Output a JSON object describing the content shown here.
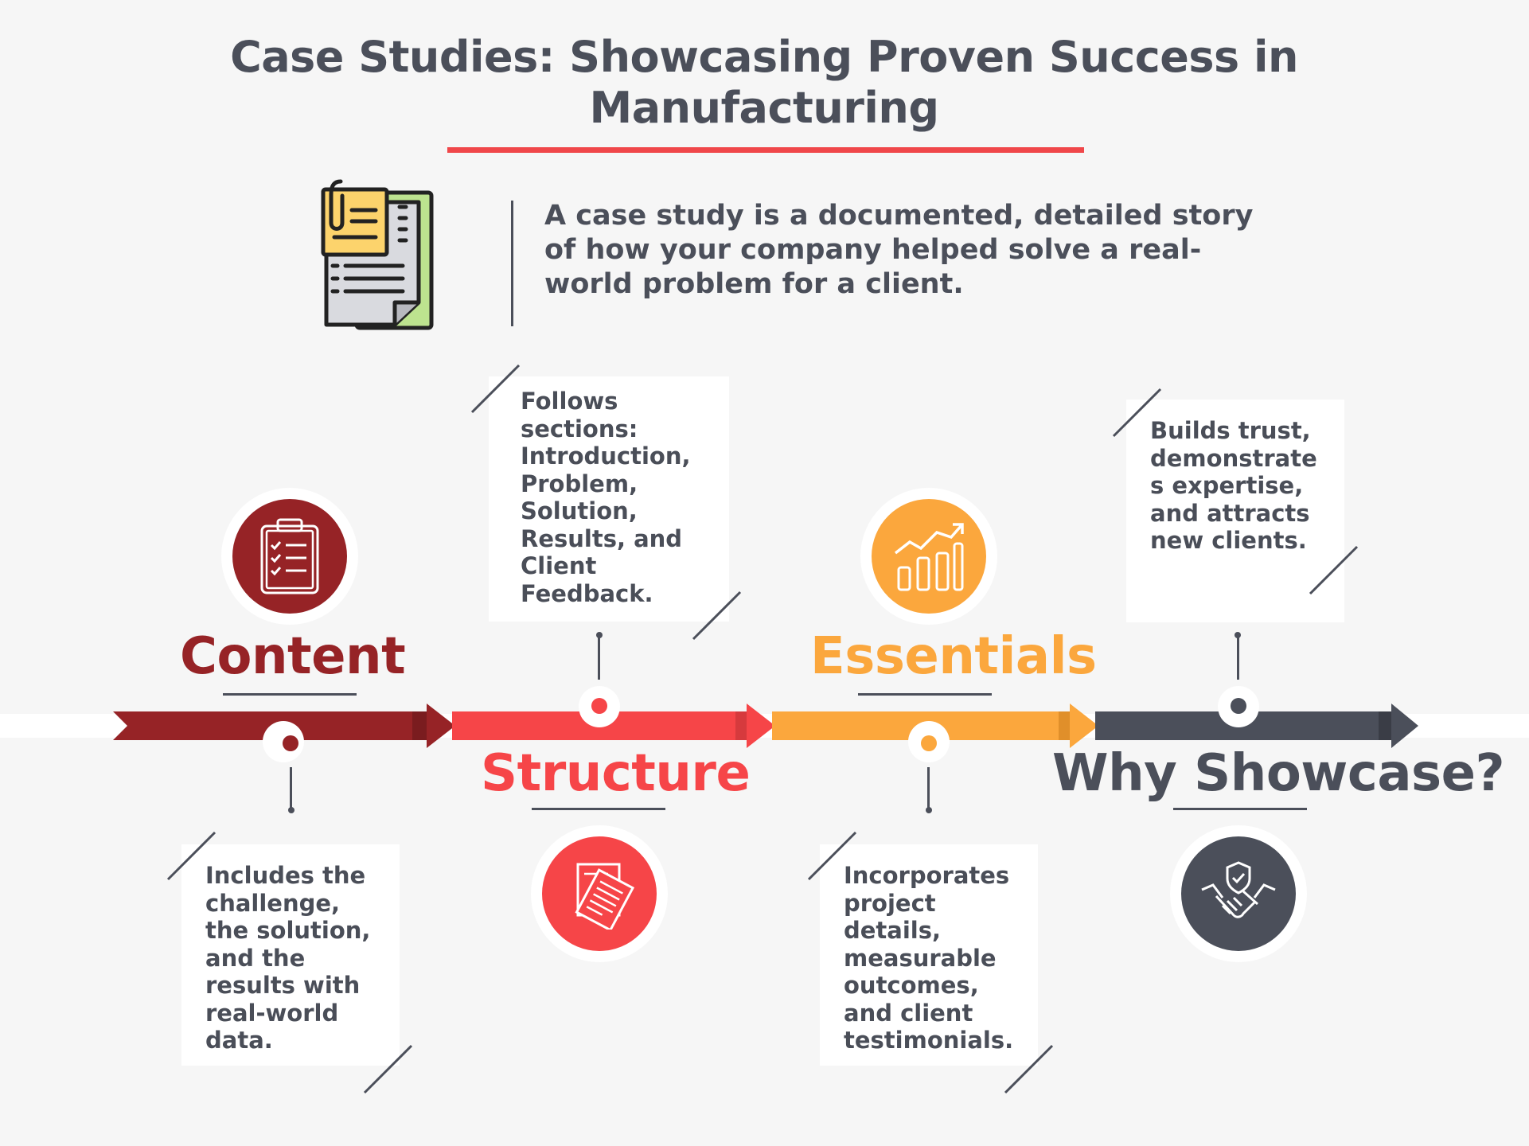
{
  "title": "Case Studies: Showcasing Proven Success in Manufacturing",
  "intro": "A case study is a documented, detailed story of how your company helped solve a real-world problem for a client.",
  "colors": {
    "content": "#962326",
    "structure": "#f64548",
    "essentials": "#fba73d",
    "why": "#4b4f5a",
    "title_underline": "#f0474a"
  },
  "stages": [
    {
      "label": "Content",
      "icon": "clipboard-checklist-icon",
      "description_lines": [
        "Includes the",
        "challenge,",
        "the solution,",
        "and the",
        "results with",
        "real-world",
        "data."
      ]
    },
    {
      "label": "Structure",
      "icon": "documents-icon",
      "description_lines": [
        "Follows",
        "sections:",
        "Introduction,",
        "Problem,",
        "Solution,",
        "Results, and",
        "Client",
        "Feedback."
      ]
    },
    {
      "label": "Essentials",
      "icon": "growth-chart-icon",
      "description_lines": [
        "Incorporates",
        "project",
        "details,",
        "measurable",
        "outcomes,",
        "and client",
        "testimonials."
      ]
    },
    {
      "label": "Why Showcase?",
      "icon": "handshake-shield-icon",
      "description_lines": [
        "Builds trust,",
        "demonstrate",
        "s expertise,",
        "and attracts",
        "new clients."
      ]
    }
  ]
}
